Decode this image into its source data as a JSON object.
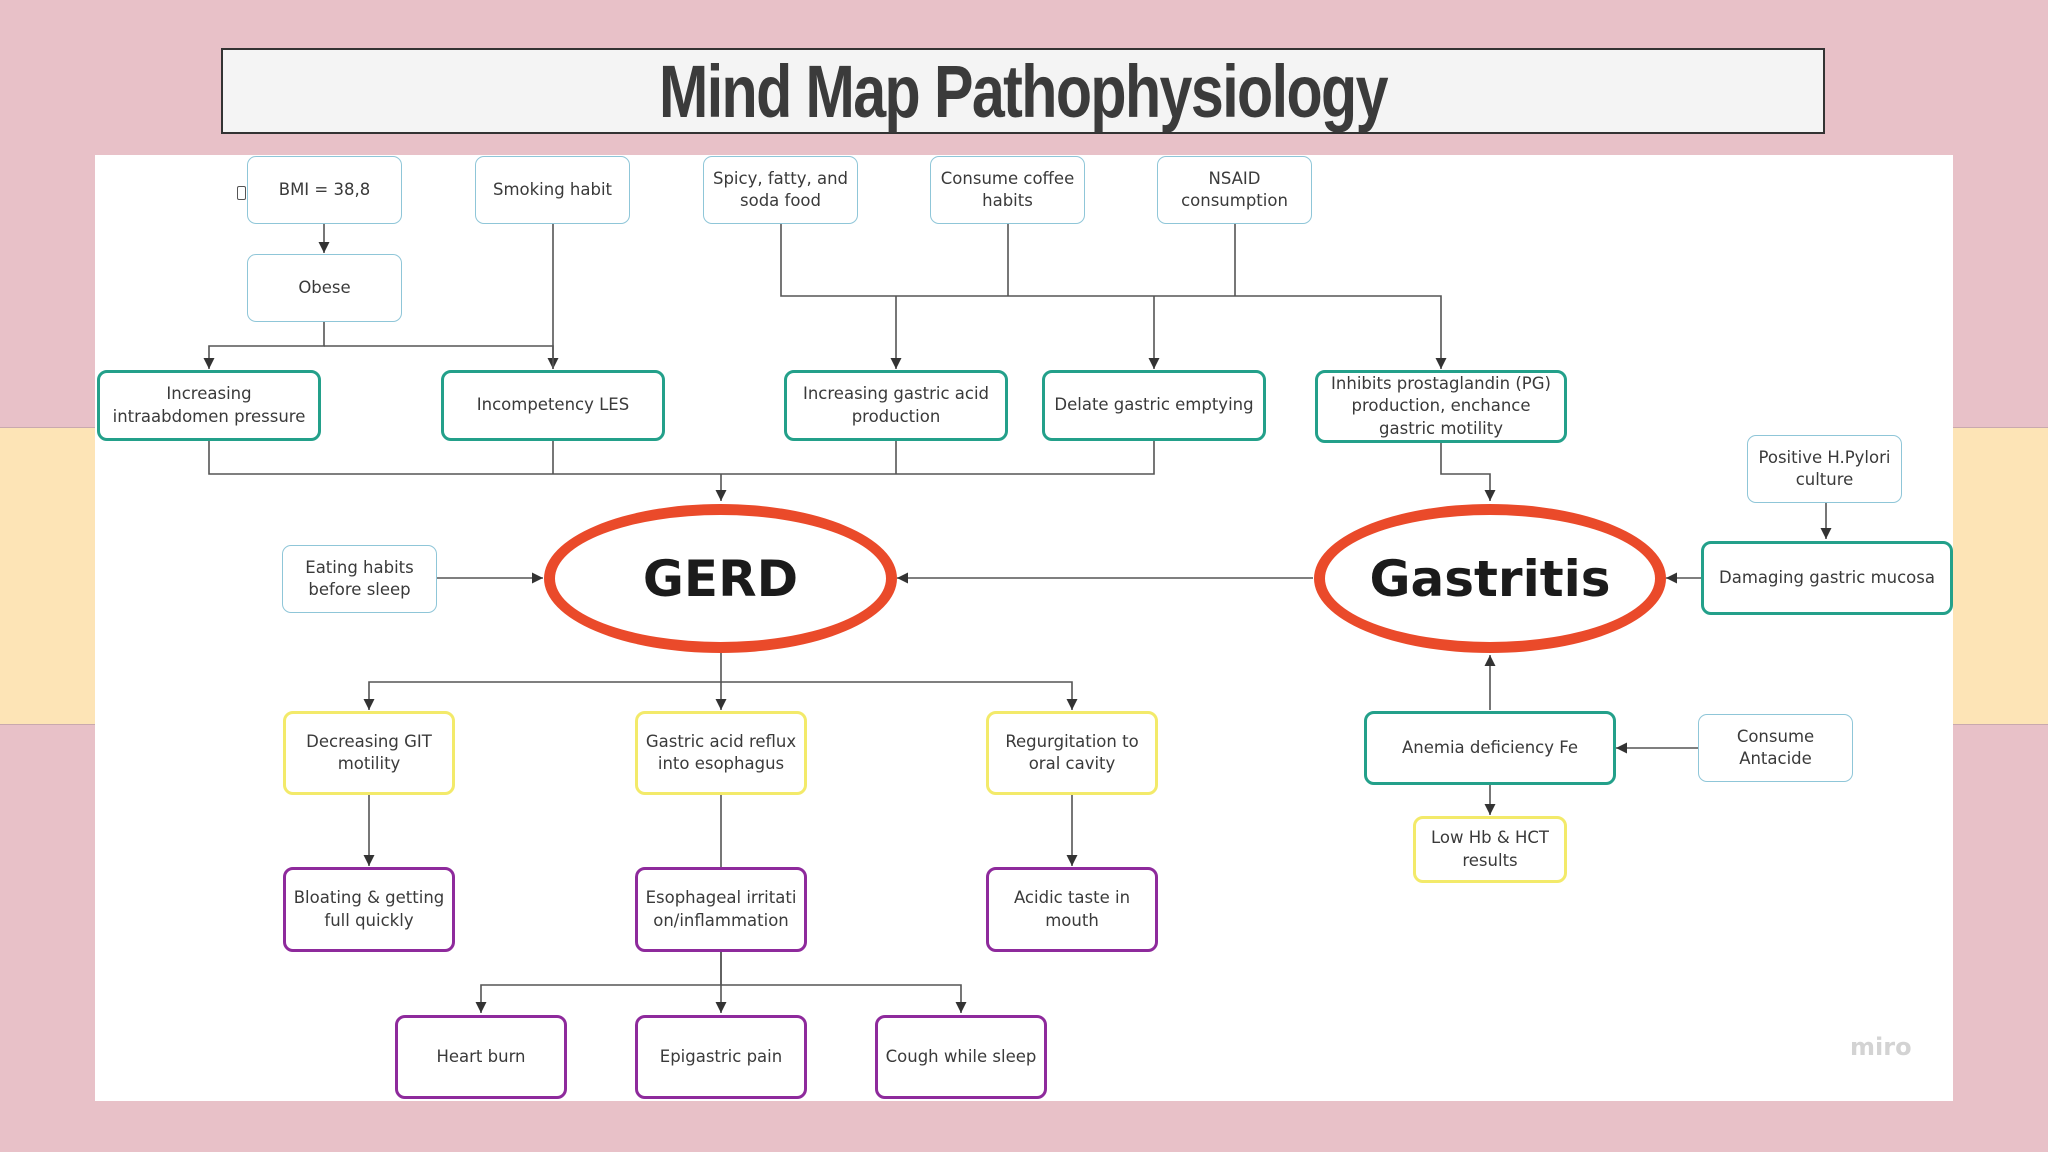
{
  "title": "Mind Map Pathophysiology",
  "watermark": "miro",
  "nodes": {
    "bmi": "BMI = 38,8",
    "obese": "Obese",
    "smoking": "Smoking habit",
    "spicy": "Spicy, fatty, and soda food",
    "coffee": "Consume coffee habits",
    "nsaid": "NSAID consumption",
    "intraabdomen": "Increasing intraabdomen pressure",
    "incompetency": "Incompetency LES",
    "gastric_acid": "Increasing gastric acid production",
    "delate": "Delate gastric emptying",
    "inhibits": "Inhibits prostaglandin (PG) production, enchance gastric motility",
    "hpylori": "Positive H.Pylori culture",
    "eating": "Eating habits before sleep",
    "gerd": "GERD",
    "gastritis": "Gastritis",
    "damaging": "Damaging gastric mucosa",
    "decreasing_git": "Decreasing GIT motility",
    "reflux": "Gastric acid reflux into esophagus",
    "regurgitation": "Regurgitation to oral cavity",
    "anemia": "Anemia deficiency Fe",
    "antacide": "Consume Antacide",
    "low_hb": "Low Hb & HCT results",
    "bloating": "Bloating & getting full quickly",
    "esophageal": "Esophageal irritation/inflammation",
    "acidic": "Acidic taste in mouth",
    "heartburn": "Heart burn",
    "epigastric": "Epigastric pain",
    "cough": "Cough while sleep"
  },
  "colors": {
    "background": "#e8c1c8",
    "band": "#fde4b6",
    "risk_factor_border": "#8fc6d8",
    "mechanism_border": "#23a08a",
    "sign_border": "#f3ea6a",
    "symptom_border": "#8e2a9c",
    "disease_ring": "#ea4a2a"
  }
}
